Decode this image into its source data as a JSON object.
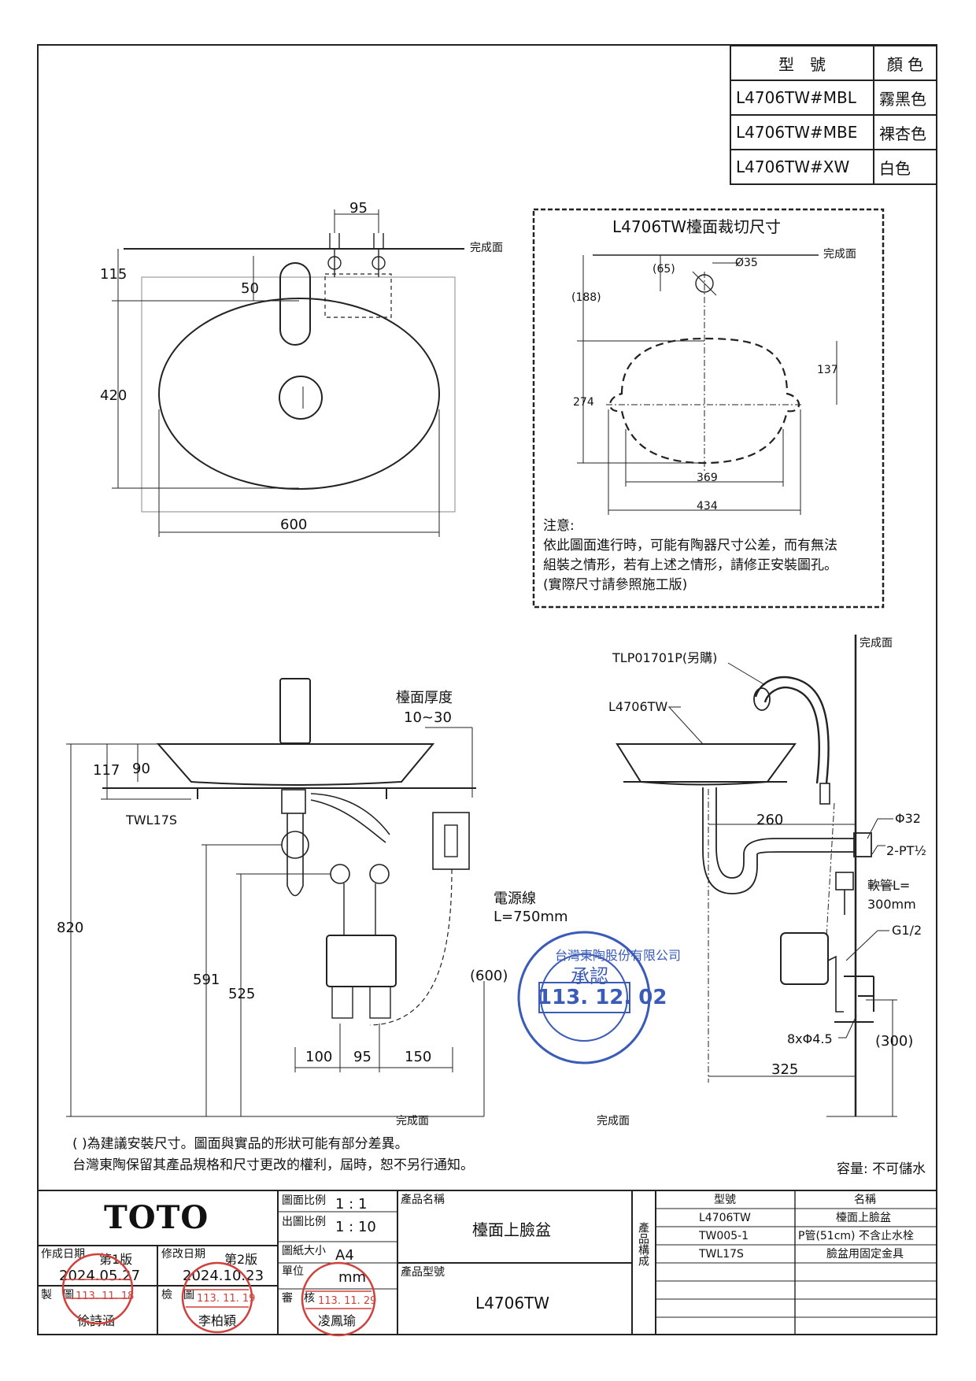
{
  "model_table": {
    "header_model": "型　號",
    "header_color": "顏 色",
    "rows": [
      {
        "model": "L4706TW#MBL",
        "color": "霧黑色"
      },
      {
        "model": "L4706TW#MBE",
        "color": "裸杏色"
      },
      {
        "model": "L4706TW#XW",
        "color": "白色"
      }
    ]
  },
  "top_view": {
    "finish_surface": "完成面",
    "dims": {
      "d95": "95",
      "d115": "115",
      "d50": "50",
      "d420": "420",
      "d600": "600"
    }
  },
  "cutout": {
    "title": "L4706TW檯面裁切尺寸",
    "finish_surface": "完成面",
    "dims": {
      "d65": "(65)",
      "phi35": "Ø35",
      "d188": "(188)",
      "d137": "137",
      "d274": "274",
      "d369": "369",
      "d434": "434"
    },
    "note_title": "注意:",
    "note_lines": [
      "依此圖面進行時，可能有陶器尺寸公差，而有無法",
      "組裝之情形，若有上述之情形，請修正安裝圖孔。",
      "(實際尺寸請參照施工版)"
    ]
  },
  "front_view": {
    "counter_thickness": "檯面厚度",
    "counter_thickness_range": "10~30",
    "twl": "TWL17S",
    "power_cord": "電源線",
    "power_cord_len": "L=750mm",
    "finish_surface": "完成面",
    "dims": {
      "d117": "117",
      "d90": "90",
      "d820": "820",
      "d591": "591",
      "d525": "525",
      "d600p": "(600)",
      "d100": "100",
      "d95": "95",
      "d150": "150"
    }
  },
  "side_view": {
    "finish_top": "完成面",
    "finish_bottom": "完成面",
    "tlp": "TLP01701P(另購)",
    "model": "L4706TW",
    "phi32": "Φ32",
    "pt": "2-PT½",
    "hose": "軟管L=",
    "hose_len": "300mm",
    "g12": "G1/2",
    "holes": "8xΦ4.5",
    "dims": {
      "d260": "260",
      "d325": "325",
      "d300p": "(300)"
    }
  },
  "bottom_notes": {
    "line1": "( )為建議安裝尺寸。圖面與實品的形狀可能有部分差異。",
    "line2": "台灣東陶保留其產品規格和尺寸更改的權利，屆時，恕不另行通知。",
    "capacity": "容量: 不可儲水"
  },
  "title_block": {
    "brand": "TOTO",
    "created_label": "作成日期",
    "created_version": "第1版",
    "created_date": "2024.05.27",
    "revised_label": "修改日期",
    "revised_version": "第2版",
    "revised_date": "2024.10.23",
    "made_label": "製　圖",
    "made_name": "徐詩涵",
    "check_label": "檢　圖",
    "check_name": "李柏穎",
    "review_label": "審　核",
    "review_name": "凌鳳瑜",
    "scale_label": "圖面比例",
    "scale": "1 : 1",
    "print_scale_label": "出圖比例",
    "print_scale": "1 : 10",
    "paper_label": "圖紙大小",
    "paper": "A4",
    "unit_label": "單位",
    "unit": "mm",
    "product_name_label": "產品名稱",
    "product_name": "檯面上臉盆",
    "product_model_label": "產品型號",
    "product_model": "L4706TW",
    "composition_label": "產品構成",
    "comp_header_model": "型號",
    "comp_header_name": "名稱",
    "components": [
      {
        "model": "L4706TW",
        "name": "檯面上臉盆"
      },
      {
        "model": "TW005-1",
        "name": "P管(51cm) 不含止水栓"
      },
      {
        "model": "TWL17S",
        "name": "臉盆用固定金具"
      }
    ]
  },
  "stamps": {
    "approval_company": "台灣東陶股份有限公司",
    "approval_word": "承認",
    "approval_date": "113. 12. 02",
    "made_date": "113. 11. 18",
    "check_date": "113. 11. 19",
    "review_date": "113. 11. 29"
  },
  "colors": {
    "line": "#222222",
    "stamp_blue": "#3a5bb8",
    "stamp_red": "#d0413c"
  }
}
